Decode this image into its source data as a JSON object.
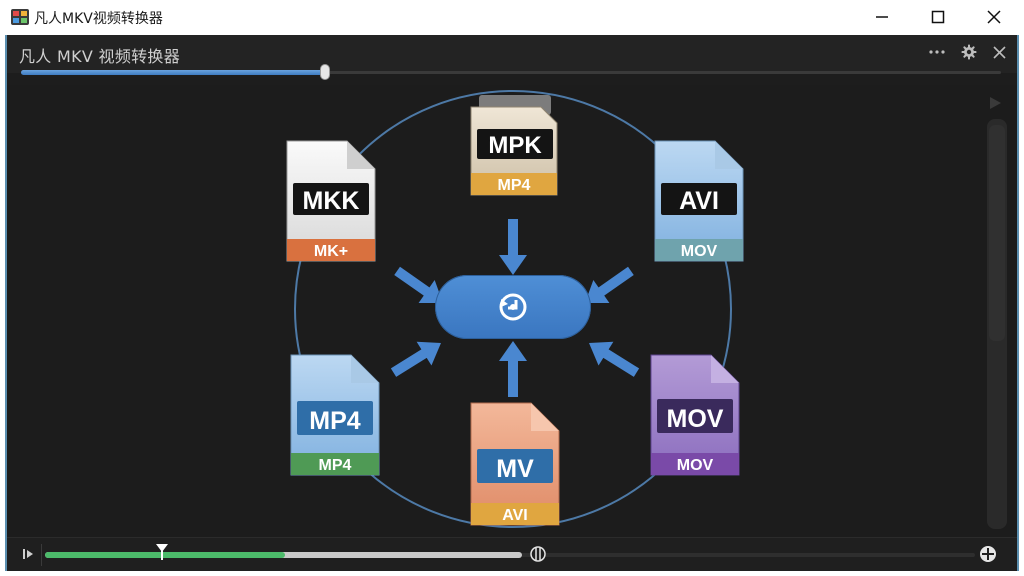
{
  "window": {
    "title": "凡人MKV视频转换器"
  },
  "player": {
    "title": "凡人 MKV 视频转换器",
    "header_icons": [
      "more-icon",
      "settings-gear-icon",
      "close-icon"
    ],
    "top_progress": 0.31
  },
  "diagram": {
    "center_icon": "refresh-convert-icon",
    "files": [
      {
        "id": "mkk",
        "label": "MKK",
        "sublabel": "MK+",
        "color": "#d9713f"
      },
      {
        "id": "mpk",
        "label": "MPK",
        "sublabel": "MP4",
        "color": "#e0a640"
      },
      {
        "id": "avi",
        "label": "AVI",
        "sublabel": "MOV",
        "color": "#6fa3ad"
      },
      {
        "id": "mp4",
        "label": "MP4",
        "sublabel": "MP4",
        "color": "#4f9a55"
      },
      {
        "id": "mv",
        "label": "MV",
        "sublabel": "AVI",
        "color": "#e0a640"
      },
      {
        "id": "mov",
        "label": "MOV",
        "sublabel": "MOV",
        "color": "#7a4aa8"
      }
    ]
  },
  "timeline": {
    "played": 0.258,
    "buffered": 0.513,
    "marker": 0.126
  },
  "colors": {
    "accent_blue": "#4a87d0",
    "played_green": "#4cba6a",
    "background": "#1c1c1c"
  }
}
